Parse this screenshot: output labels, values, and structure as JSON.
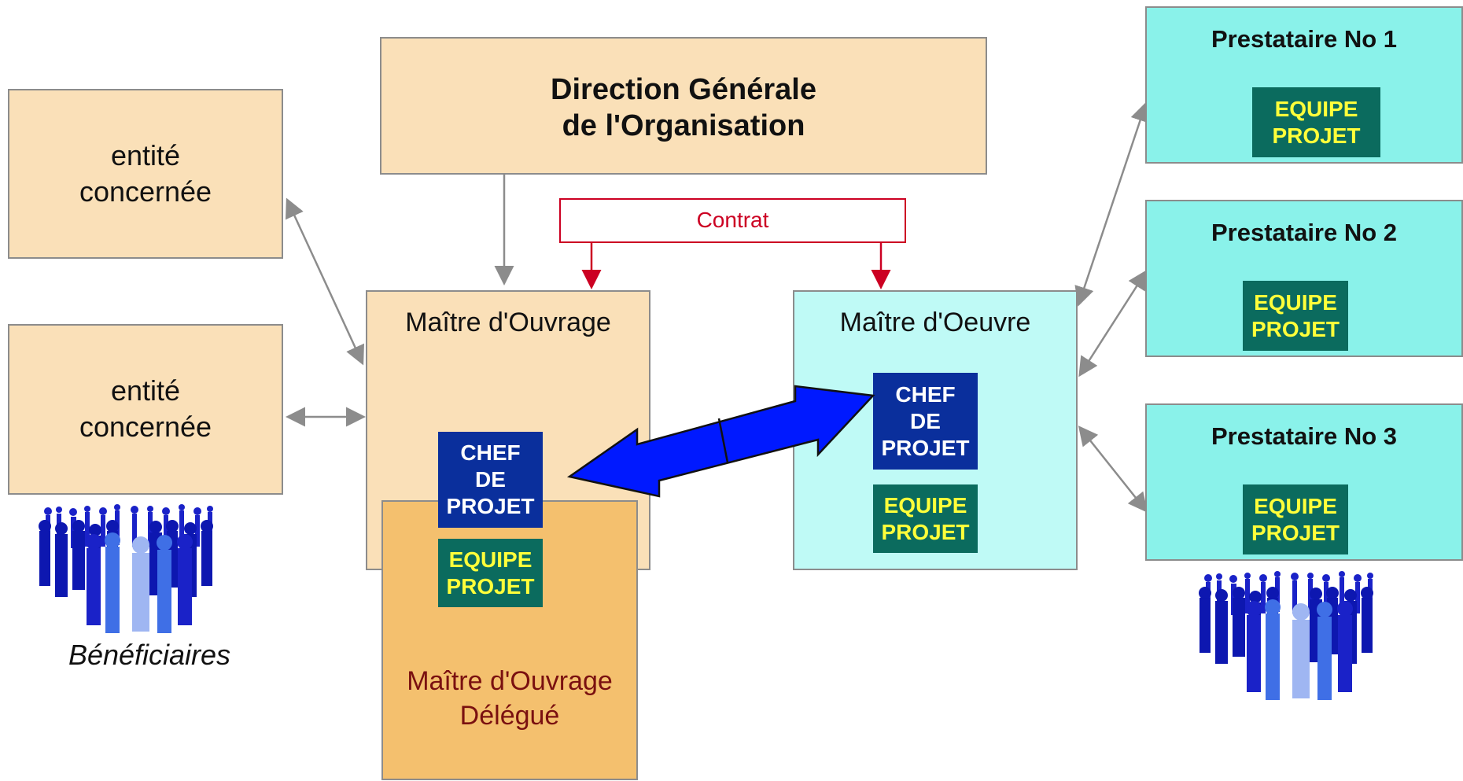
{
  "direction": {
    "line1": "Direction Générale",
    "line2": "de l'Organisation"
  },
  "entite1": {
    "line1": "entité",
    "line2": "concernée"
  },
  "entite2": {
    "line1": "entité",
    "line2": "concernée"
  },
  "contrat": "Contrat",
  "moa": {
    "title": "Maître d'Ouvrage"
  },
  "moad": {
    "line1": "Maître d'Ouvrage",
    "line2": "Délégué"
  },
  "moe": {
    "title": "Maître d'Oeuvre"
  },
  "chef": {
    "line1": "CHEF",
    "line2": "DE",
    "line3": "PROJET"
  },
  "equipe": {
    "line1": "EQUIPE",
    "line2": "PROJET"
  },
  "prestataires": [
    {
      "title": "Prestataire No 1"
    },
    {
      "title": "Prestataire No 2"
    },
    {
      "title": "Prestataire No 3"
    }
  ],
  "beneficiaires": "Bénéficiaires",
  "icons": [
    "crowd-icon",
    "crowd-icon"
  ],
  "colors": {
    "peach": "#fae0b8",
    "peach_dark": "#f4c06e",
    "cyan": "#8af2ea",
    "cyan_light": "#bffaf6",
    "chef_blue": "#0a2f9c",
    "equipe_green": "#0b6b5e",
    "equipe_text": "#ffff3a",
    "contract_red": "#cc0022",
    "big_arrow": "#0019ff"
  }
}
